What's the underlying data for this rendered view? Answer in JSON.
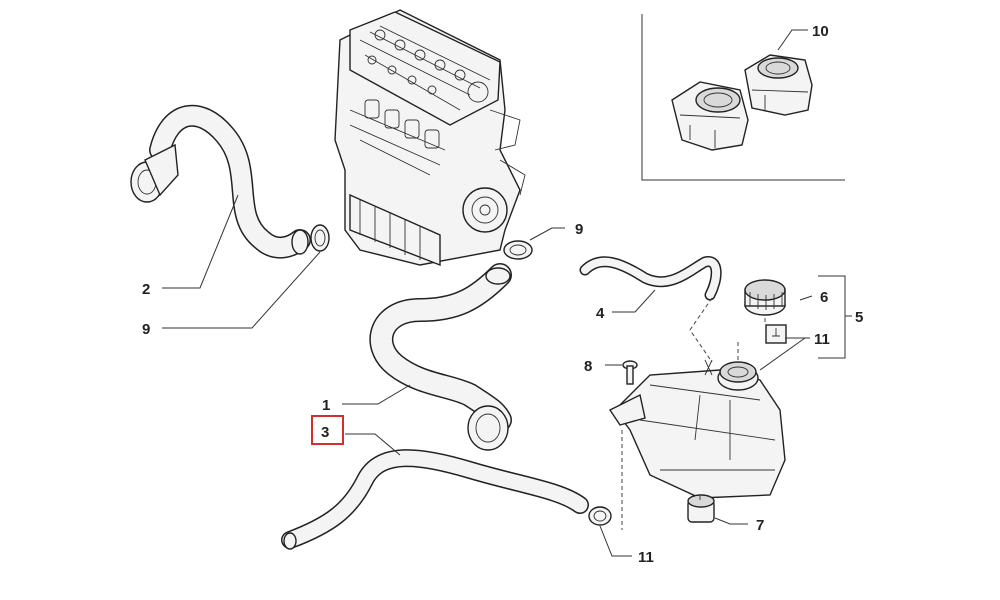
{
  "callouts": {
    "c1": "1",
    "c2": "2",
    "c3": "3",
    "c4": "4",
    "c5": "5",
    "c6": "6",
    "c7": "7",
    "c8": "8",
    "c9_top": "9",
    "c9_left": "9",
    "c10": "10",
    "c11_cap": "11",
    "c11_bottom": "11"
  },
  "highlight_color": "#d32f2f",
  "highlighted_part": "3"
}
